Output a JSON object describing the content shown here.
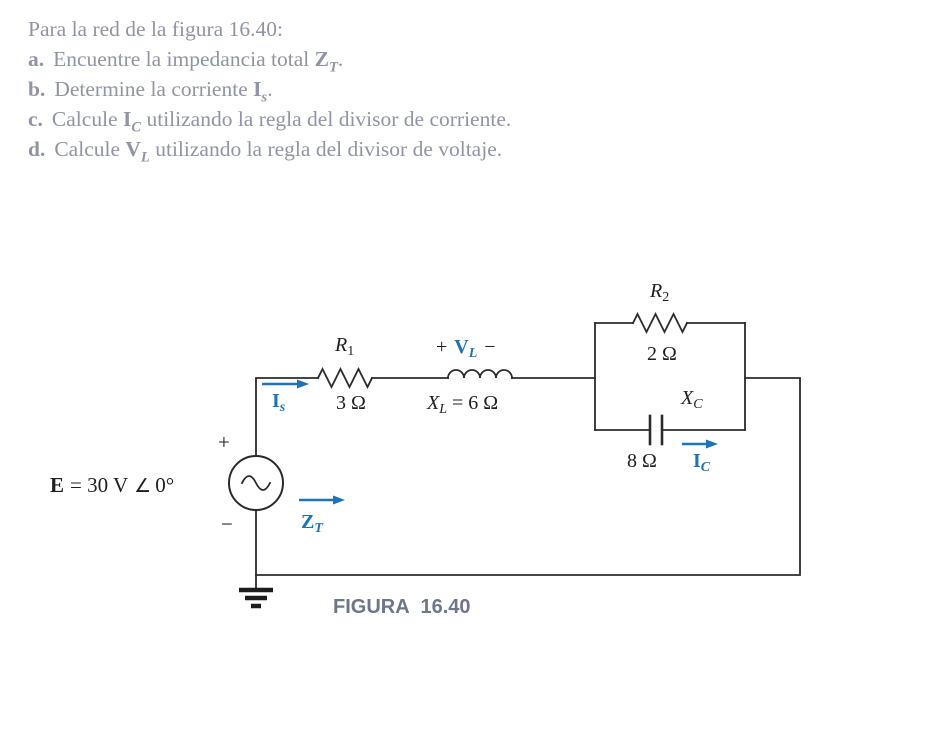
{
  "problem": {
    "intro": "Para la red de la figura 16.40:",
    "items": [
      {
        "letter": "a.",
        "pre": "Encuentre la impedancia total ",
        "sym": "Z",
        "sub": "T",
        "post": "."
      },
      {
        "letter": "b.",
        "pre": "Determine la corriente ",
        "sym": "I",
        "sub": "s",
        "post": "."
      },
      {
        "letter": "c.",
        "pre": "Calcule ",
        "sym": "I",
        "sub": "C",
        "post": " utilizando la regla del divisor de corriente."
      },
      {
        "letter": "d.",
        "pre": "Calcule ",
        "sym": "V",
        "sub": "L",
        "post": " utilizando la regla del divisor de voltaje."
      }
    ]
  },
  "figure": {
    "caption": "FIGURA 16.40",
    "source": {
      "sym": "E",
      "eq": "= 30 V",
      "angle": "∠",
      "deg": "0°",
      "plus": "+",
      "minus": "−"
    },
    "r1": {
      "sym": "R",
      "sub": "1",
      "value": "3 Ω"
    },
    "xl": {
      "sym": "X",
      "sub": "L",
      "value": "= 6 Ω"
    },
    "vl": {
      "plus": "+",
      "sym": "V",
      "sub": "L",
      "minus": "−"
    },
    "r2": {
      "sym": "R",
      "sub": "2",
      "value": "2 Ω"
    },
    "xc": {
      "sym": "X",
      "sub": "C",
      "value": "8 Ω"
    },
    "is": {
      "sym": "I",
      "sub": "s"
    },
    "ic": {
      "sym": "I",
      "sub": "C"
    },
    "zt": {
      "sym": "Z",
      "sub": "T"
    }
  },
  "colors": {
    "accent_blue": "#1e72b8",
    "text_muted": "#8f95a6",
    "line": "#2b2b2b",
    "caption": "#6e7789"
  }
}
